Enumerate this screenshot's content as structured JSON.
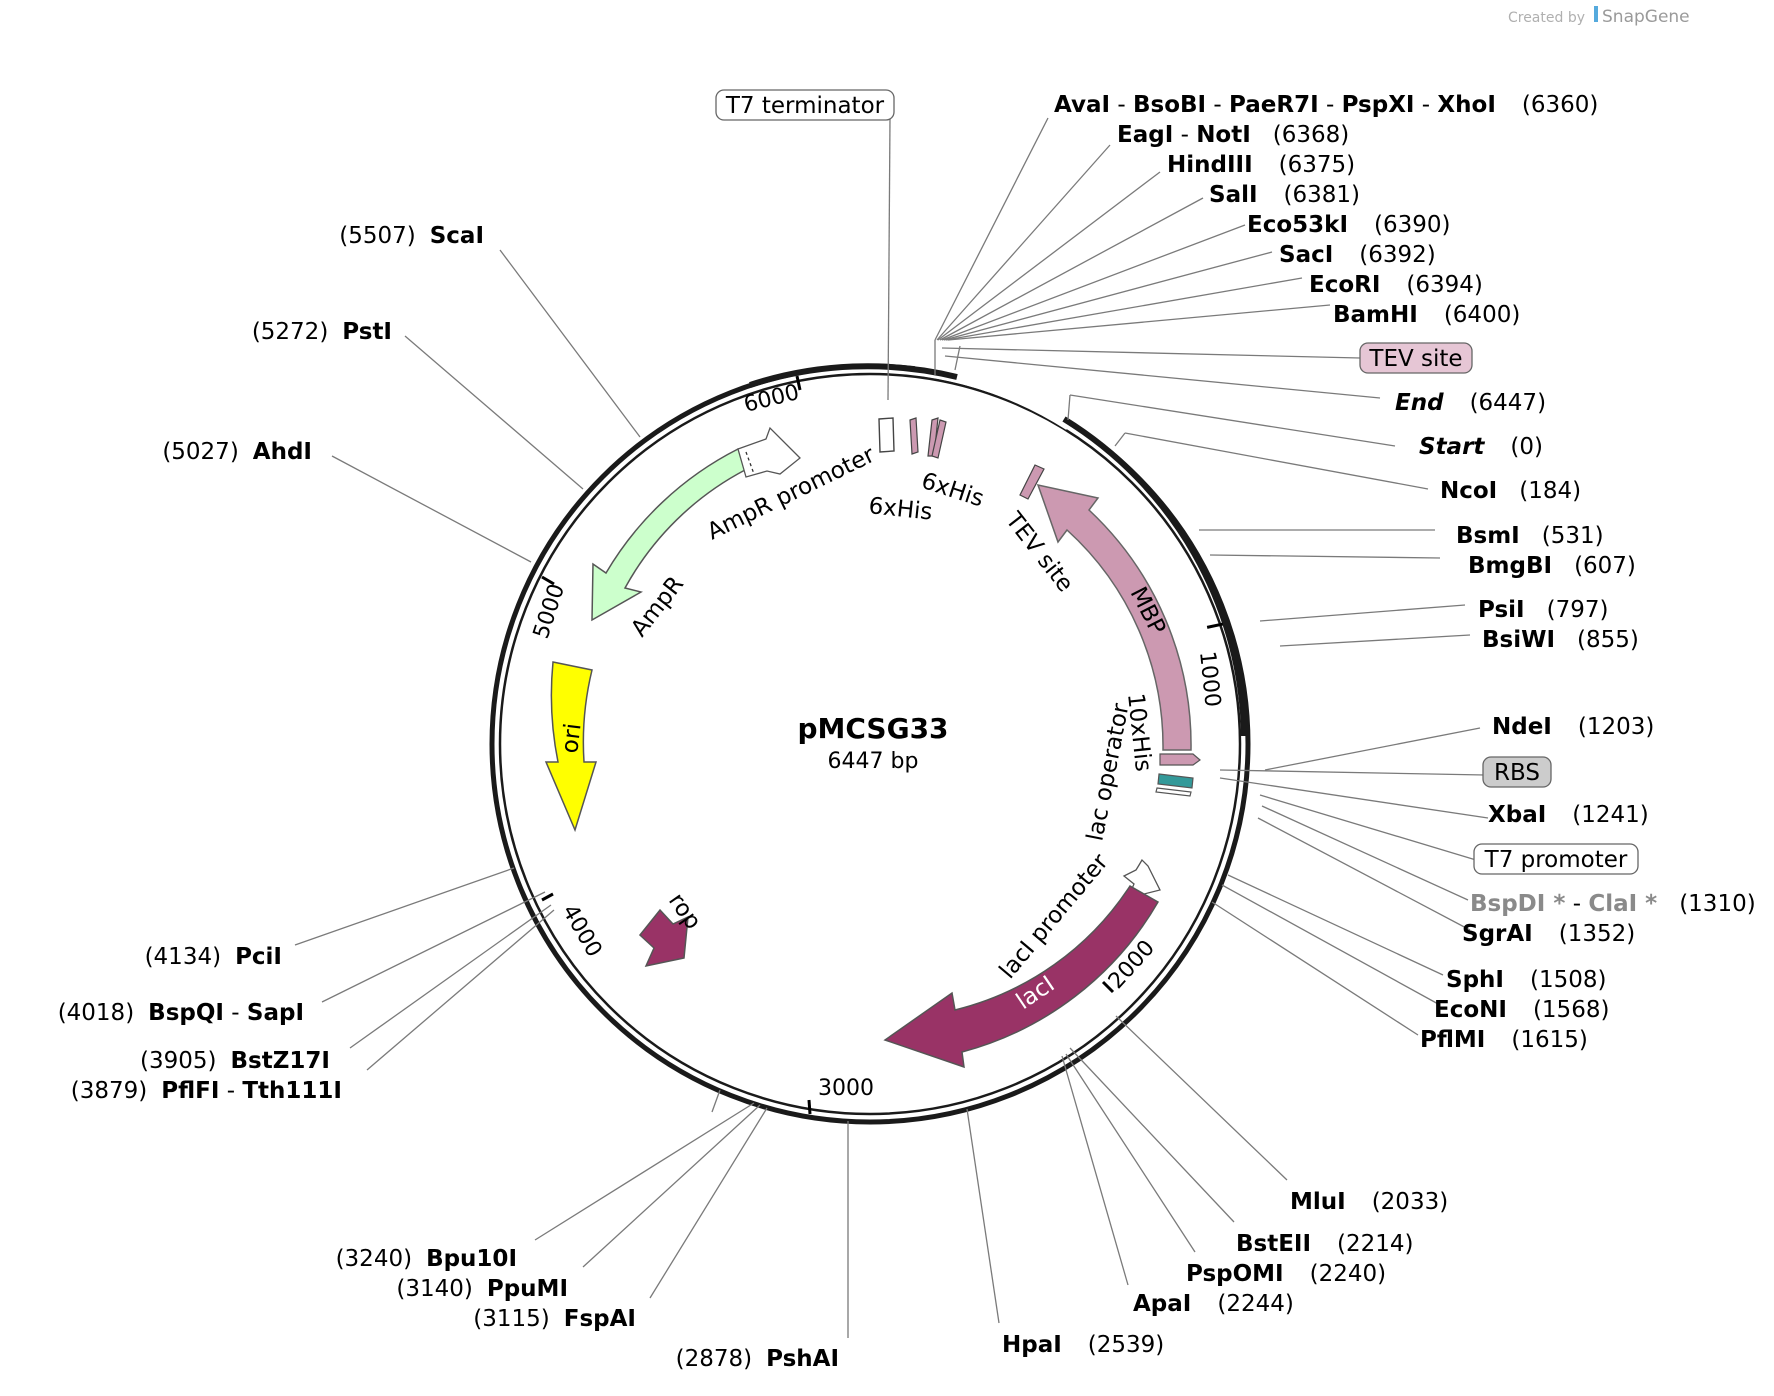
{
  "branding": {
    "created_by": "Created by",
    "brand": "SnapGene"
  },
  "plasmid": {
    "name": "pMCSG33",
    "size_label": "6447 bp"
  },
  "ticks": [
    "1000",
    "2000",
    "3000",
    "4000",
    "5000",
    "6000"
  ],
  "features": {
    "t7_terminator": "T7 terminator",
    "tev_site_box": "TEV site",
    "rbs": "RBS",
    "t7_promoter": "T7 promoter",
    "ampr_promoter": "AmpR promoter",
    "ampr": "AmpR",
    "ori": "ori",
    "rop": "rop",
    "laci_promoter": "lacI promoter",
    "laci": "lacI",
    "lac_operator": "lac operator",
    "his10": "10xHis",
    "mbp": "MBP",
    "tev_site": "TEV site",
    "his6_a": "6xHis",
    "his6_b": "6xHis"
  },
  "sites": {
    "avai_group": {
      "n1": "AvaI",
      "n2": "BsoBI",
      "n3": "PaeR7I",
      "n4": "PspXI",
      "n5": "XhoI",
      "pos": "(6360)"
    },
    "eagi_group": {
      "n1": "EagI",
      "n2": "NotI",
      "pos": "(6368)"
    },
    "hindiii": {
      "name": "HindIII",
      "pos": "(6375)"
    },
    "sali": {
      "name": "SalI",
      "pos": "(6381)"
    },
    "eco53ki": {
      "name": "Eco53kI",
      "pos": "(6390)"
    },
    "saci": {
      "name": "SacI",
      "pos": "(6392)"
    },
    "ecori": {
      "name": "EcoRI",
      "pos": "(6394)"
    },
    "bamhi": {
      "name": "BamHI",
      "pos": "(6400)"
    },
    "end": {
      "name": "End",
      "pos": "(6447)"
    },
    "start": {
      "name": "Start",
      "pos": "(0)"
    },
    "ncoi": {
      "name": "NcoI",
      "pos": "(184)"
    },
    "bsmi": {
      "name": "BsmI",
      "pos": "(531)"
    },
    "bmgbi": {
      "name": "BmgBI",
      "pos": "(607)"
    },
    "psii": {
      "name": "PsiI",
      "pos": "(797)"
    },
    "bsiwi": {
      "name": "BsiWI",
      "pos": "(855)"
    },
    "ndei": {
      "name": "NdeI",
      "pos": "(1203)"
    },
    "xbai": {
      "name": "XbaI",
      "pos": "(1241)"
    },
    "bspdi_group": {
      "n1": "BspDI",
      "n2": "ClaI",
      "star": "*",
      "pos": "(1310)"
    },
    "sgrai": {
      "name": "SgrAI",
      "pos": "(1352)"
    },
    "sphi": {
      "name": "SphI",
      "pos": "(1508)"
    },
    "econi": {
      "name": "EcoNI",
      "pos": "(1568)"
    },
    "pflmi": {
      "name": "PflMI",
      "pos": "(1615)"
    },
    "mlui": {
      "name": "MluI",
      "pos": "(2033)"
    },
    "bsteii": {
      "name": "BstEII",
      "pos": "(2214)"
    },
    "pspomi": {
      "name": "PspOMI",
      "pos": "(2240)"
    },
    "apai": {
      "name": "ApaI",
      "pos": "(2244)"
    },
    "hpai": {
      "name": "HpaI",
      "pos": "(2539)"
    },
    "pshai": {
      "name": "PshAI",
      "pos": "(2878)"
    },
    "fspai": {
      "name": "FspAI",
      "pos": "(3115)"
    },
    "ppumi": {
      "name": "PpuMI",
      "pos": "(3140)"
    },
    "bpu10i": {
      "name": "Bpu10I",
      "pos": "(3240)"
    },
    "pflfi_group": {
      "n1": "PflFI",
      "n2": "Tth111I",
      "pos": "(3879)"
    },
    "bstz17i": {
      "name": "BstZ17I",
      "pos": "(3905)"
    },
    "bspqi_group": {
      "n1": "BspQI",
      "n2": "SapI",
      "pos": "(4018)"
    },
    "pcii": {
      "name": "PciI",
      "pos": "(4134)"
    },
    "ahdi": {
      "name": "AhdI",
      "pos": "(5027)"
    },
    "psti": {
      "name": "PstI",
      "pos": "(5272)"
    },
    "scai": {
      "name": "ScaI",
      "pos": "(5507)"
    }
  },
  "colors": {
    "mbp": "#cc99b1",
    "tag": "#cc99b1",
    "laci": "#993366",
    "rop": "#993366",
    "ampr": "#ccffcc",
    "ori": "#ffff00",
    "lac_operator": "#339999",
    "tev_box": "#e6c6d5",
    "rbs_box": "#cccccc"
  }
}
